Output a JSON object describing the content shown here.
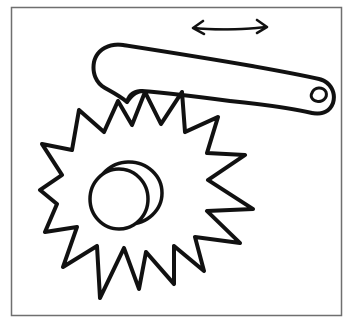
{
  "figure": {
    "stroke_color": "#111111",
    "frame_color": "#6f6f6f",
    "background_color": "#ffffff",
    "icons": {
      "double_arrow": "double-headed-arrow",
      "lever": "pawl-lever",
      "gear": "ratchet-wheel",
      "hub": "wheel-hub",
      "pivot": "pivot-pin"
    }
  }
}
